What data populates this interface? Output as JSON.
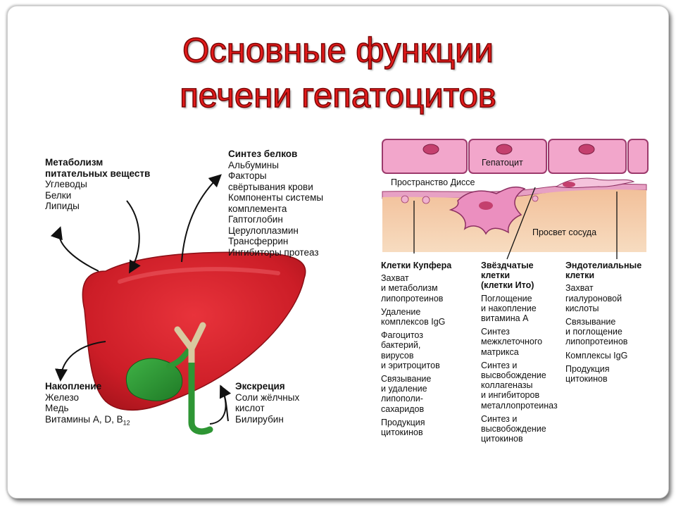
{
  "title": {
    "line1": "Основные функции",
    "line2": "печени гепатоцитов"
  },
  "liver": {
    "metabolism": {
      "heading1": "Метаболизм",
      "heading2": "питательных веществ",
      "items": [
        "Углеводы",
        "Белки",
        "Липиды"
      ]
    },
    "protein_synthesis": {
      "heading": "Синтез белков",
      "items": [
        "Альбумины",
        "Факторы",
        "свёртывания крови",
        "Компоненты системы",
        "комплемента",
        "Гаптоглобин",
        "Церулоплазмин",
        "Трансферрин",
        "Ингибиторы протеаз"
      ]
    },
    "storage": {
      "heading": "Накопление",
      "items": [
        "Железо",
        "Медь"
      ],
      "vitamins": "Витамины A, D, B",
      "vitamins_sub": "12"
    },
    "excretion": {
      "heading": "Экскреция",
      "items": [
        "Соли жёлчных",
        "кислот",
        "Билирубин"
      ]
    }
  },
  "histology": {
    "hepatocyte_label": "Гепатоцит",
    "disse_label": "Пространство Диссе",
    "lumen_label": "Просвет сосуда"
  },
  "cells": [
    {
      "heading_lines": [
        "Клетки Купфера"
      ],
      "items": [
        [
          "Захват",
          "и метаболизм",
          "липопротеинов"
        ],
        [
          "Удаление",
          "комплексов IgG"
        ],
        [
          "Фагоцитоз",
          "бактерий,",
          "вирусов",
          "и эритроцитов"
        ],
        [
          "Связывание",
          "и удаление",
          "липополи-",
          "сахаридов"
        ],
        [
          "Продукция",
          "цитокинов"
        ]
      ]
    },
    {
      "heading_lines": [
        "Звёздчатые",
        "клетки",
        "(клетки Ито)"
      ],
      "items": [
        [
          "Поглощение",
          "и накопление",
          "витамина А"
        ],
        [
          "Синтез",
          "межклеточного",
          "матрикса"
        ],
        [
          "Синтез и",
          "высвобождение",
          "коллагеназы",
          "и ингибиторов",
          "металлопротеиназ"
        ],
        [
          "Синтез и",
          "высвобождение",
          "цитокинов"
        ]
      ]
    },
    {
      "heading_lines": [
        "Эндотелиальные",
        "клетки"
      ],
      "items": [
        [
          "Захват",
          "гиалуроновой",
          "кислоты"
        ],
        [
          "Связывание",
          "и поглощение",
          "липопротеинов"
        ],
        [
          "Комплексы IgG"
        ],
        [
          "Продукция",
          "цитокинов"
        ]
      ]
    }
  ],
  "colors": {
    "title": "#e21b1b",
    "liver": "#d9222c",
    "gallbladder": "#2f9a35",
    "hepatocyte": "#f0a0c8",
    "vessel": "#f4cfa8"
  }
}
